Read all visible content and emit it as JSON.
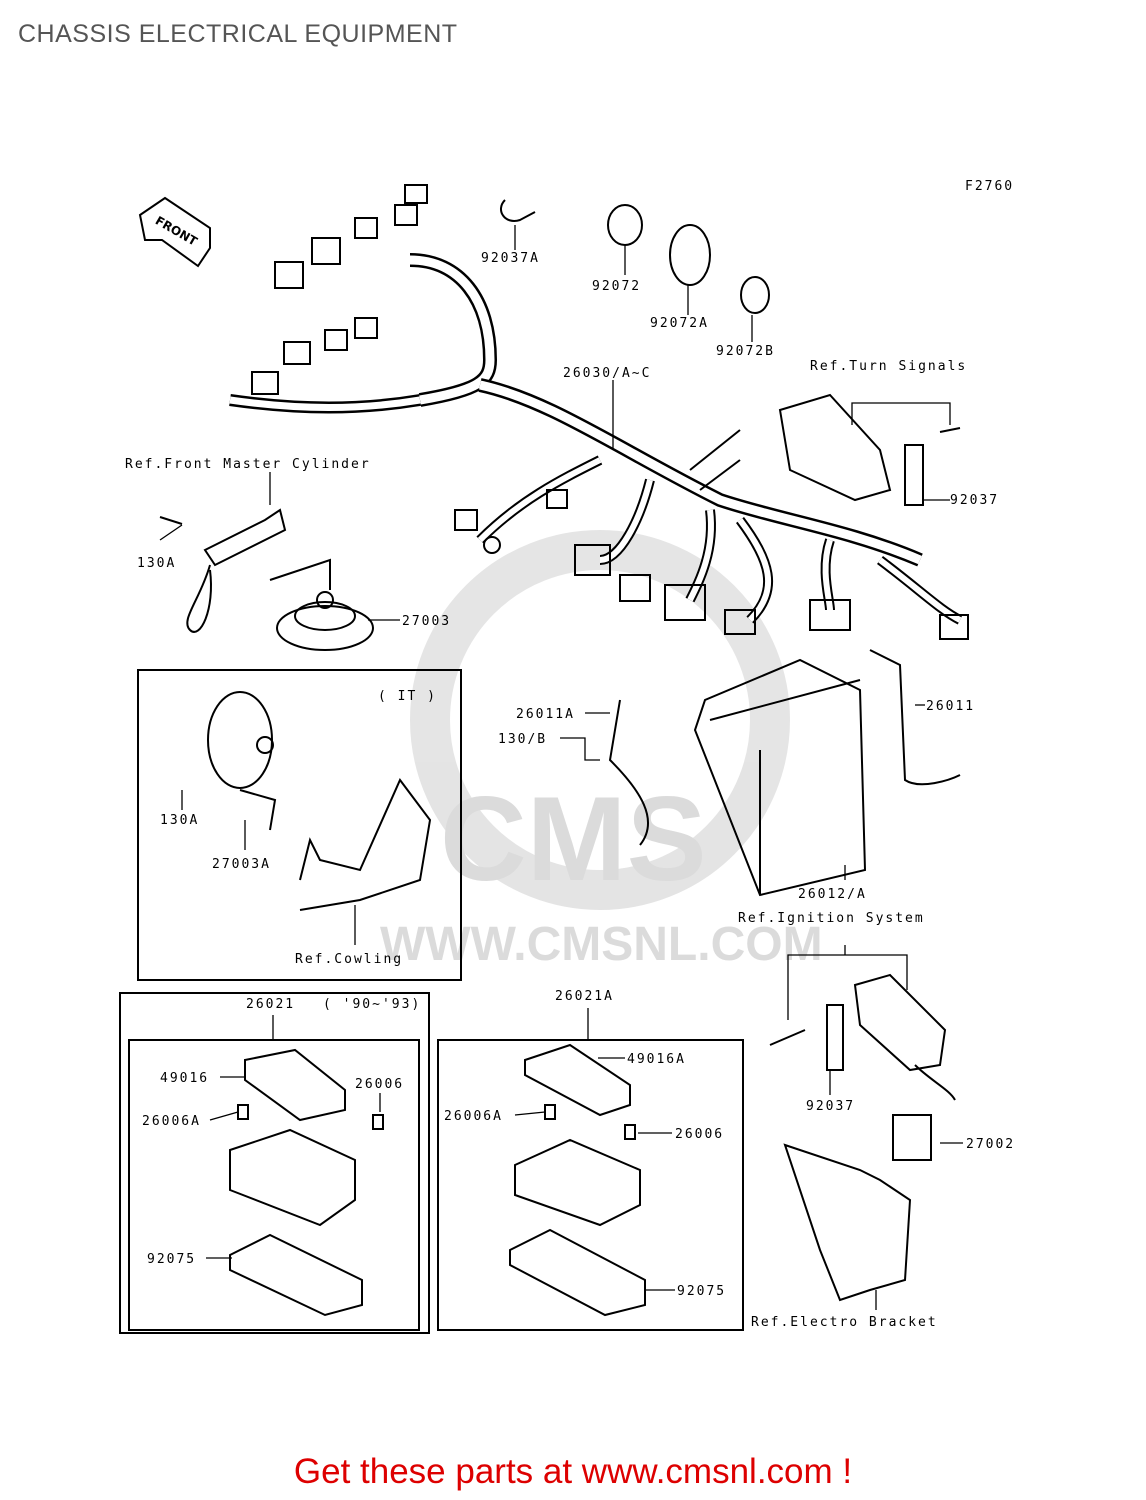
{
  "page": {
    "title": "CHASSIS ELECTRICAL EQUIPMENT",
    "call_to_action": "Get these parts at www.cmsnl.com !"
  },
  "diagram": {
    "figure_code": "F2760",
    "direction_arrow": "FRONT",
    "watermark": {
      "brand": "CMS",
      "url": "WWW.CMSNL.COM"
    },
    "parts": {
      "p92037A": "92037A",
      "p92072": "92072",
      "p92072A": "92072A",
      "p92072B": "92072B",
      "p26030": "26030/A~C",
      "p92037_top": "92037",
      "p130A_top": "130A",
      "p27003": "27003",
      "p26011A": "26011A",
      "p130B": "130/B",
      "p26011": "26011",
      "p26012": "26012/A",
      "p130A_it": "130A",
      "p27003A": "27003A",
      "p26021": "26021",
      "p26021_years": "( '90~'93)",
      "p49016": "49016",
      "p26006_left": "26006",
      "p26006A_left": "26006A",
      "p92075_left": "92075",
      "p26021A": "26021A",
      "p49016A": "49016A",
      "p26006A_mid": "26006A",
      "p26006_mid": "26006",
      "p92075_mid": "92075",
      "p92037_bottom": "92037",
      "p27002": "27002"
    },
    "references": {
      "turn_signals": "Ref.Turn Signals",
      "front_master_cylinder": "Ref.Front Master Cylinder",
      "ignition_system": "Ref.Ignition System",
      "cowling": "Ref.Cowling",
      "electro_bracket": "Ref.Electro Bracket"
    },
    "inset_note": "( IT )"
  }
}
